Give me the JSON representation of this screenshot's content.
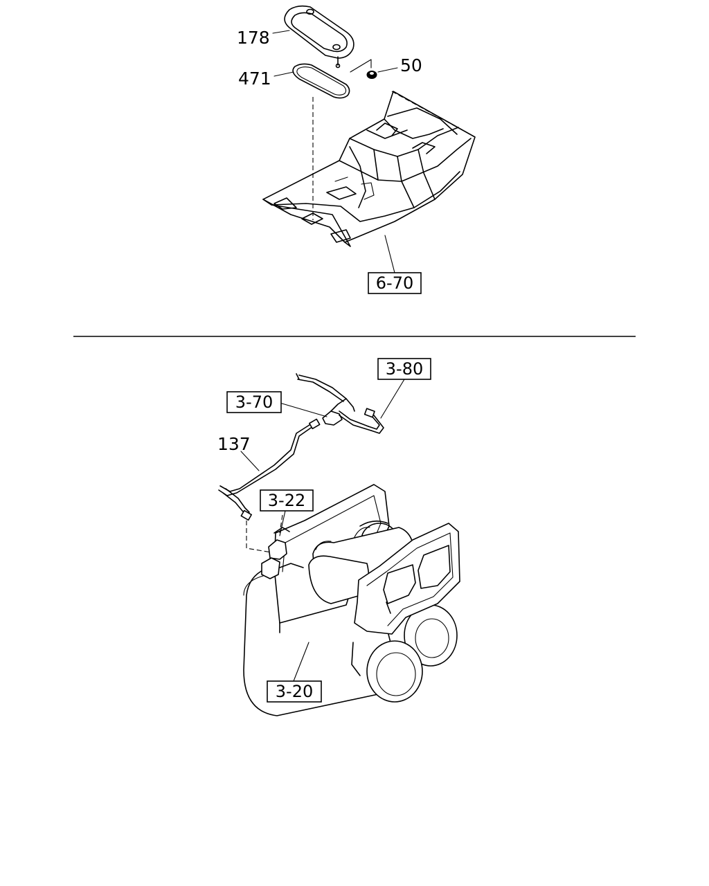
{
  "diagram": {
    "top_section": {
      "callouts": [
        {
          "id": "part-178",
          "text": "178"
        },
        {
          "id": "part-471",
          "text": "471"
        },
        {
          "id": "part-50",
          "text": "50"
        }
      ],
      "reference_boxes": [
        {
          "id": "ref-6-70",
          "text": "6-70"
        }
      ]
    },
    "bottom_section": {
      "callouts": [
        {
          "id": "part-137",
          "text": "137"
        }
      ],
      "reference_boxes": [
        {
          "id": "ref-3-80",
          "text": "3-80"
        },
        {
          "id": "ref-3-70",
          "text": "3-70"
        },
        {
          "id": "ref-3-22",
          "text": "3-22"
        },
        {
          "id": "ref-3-20",
          "text": "3-20"
        }
      ]
    }
  }
}
